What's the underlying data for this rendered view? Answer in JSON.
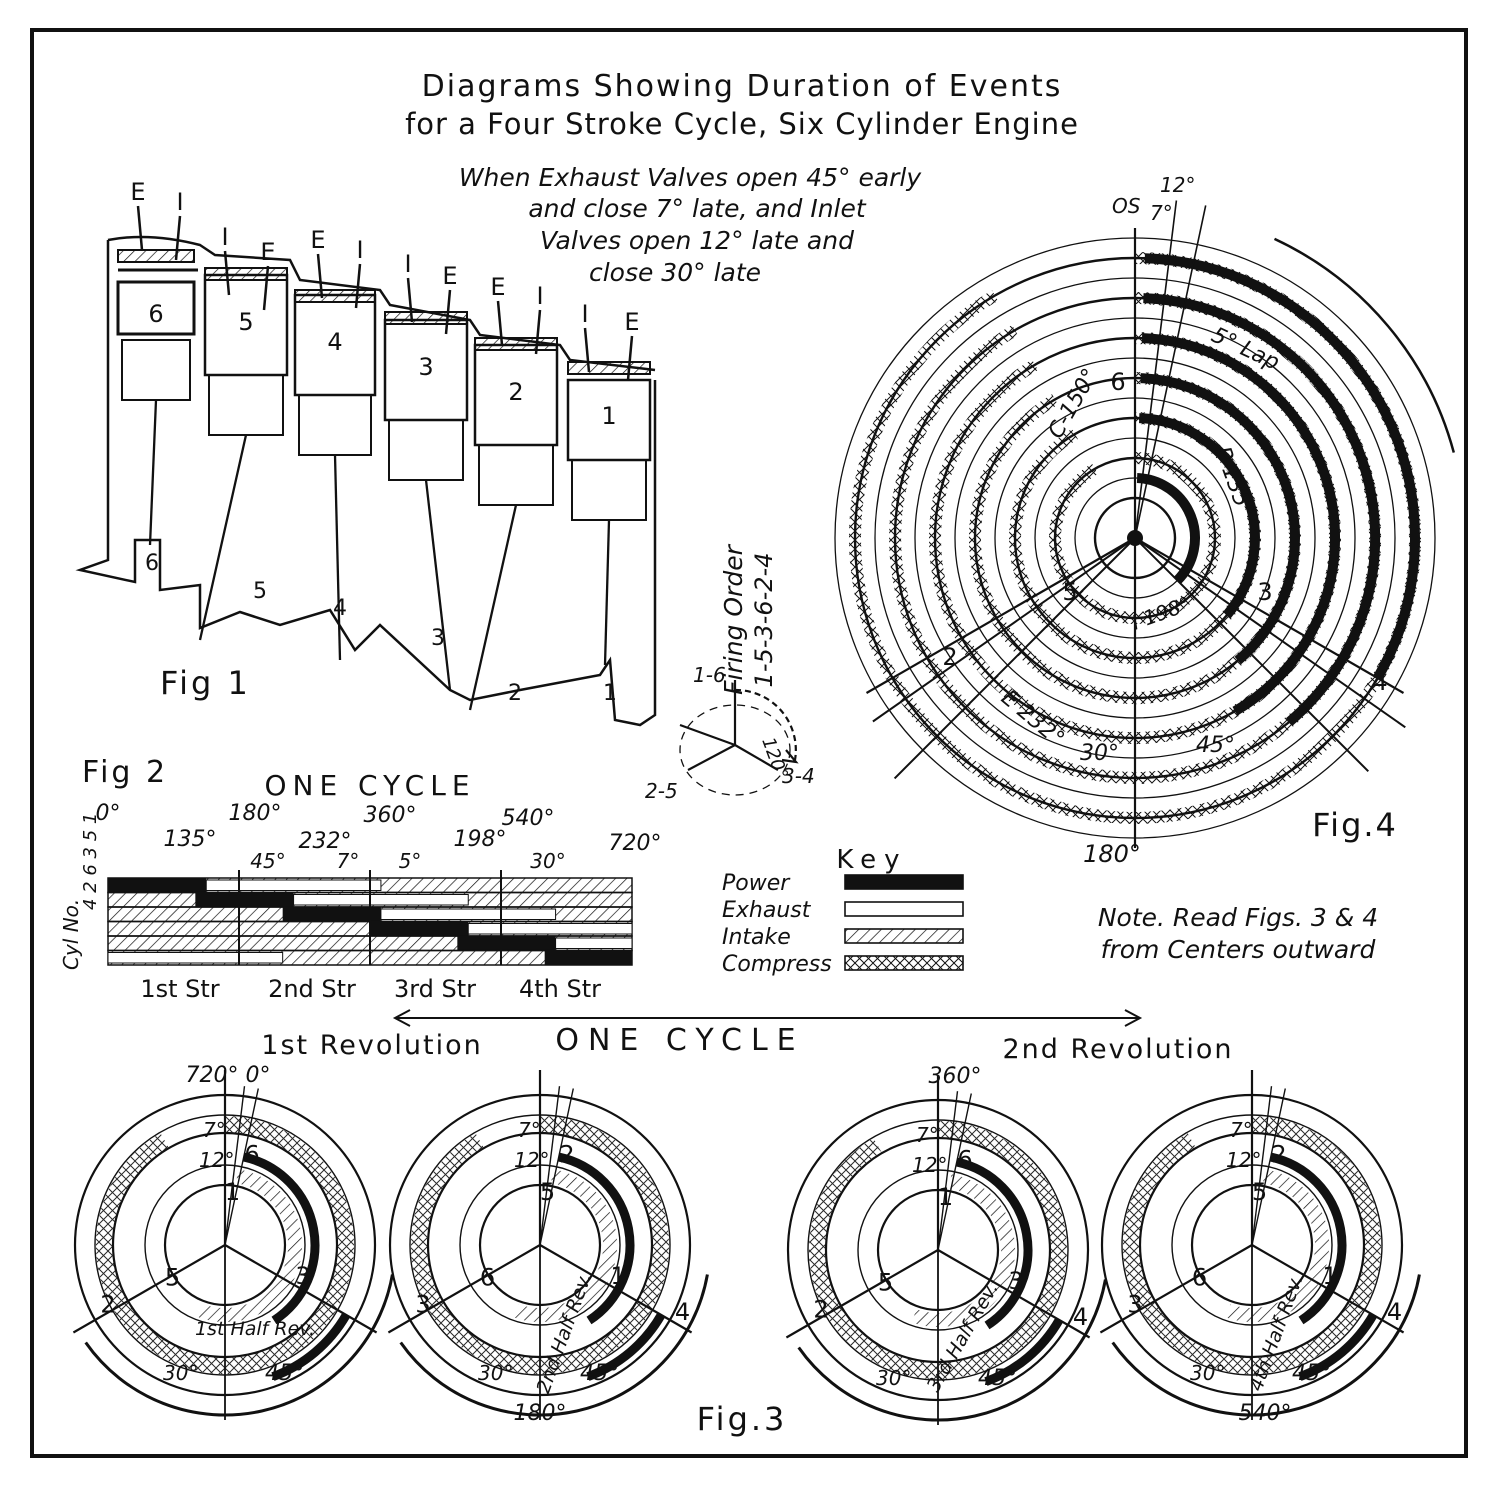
{
  "title": {
    "line1": "Diagrams Showing Duration of Events",
    "line2": "for a Four Stroke Cycle, Six Cylinder Engine"
  },
  "subtitle": [
    "When   Exhaust Valves open 45° early",
    "and close 7° late, and Inlet",
    "Valves open 12° late and",
    "close 30° late"
  ],
  "fig1": {
    "caption": "Fig 1",
    "firing_order_line1": "Firing Order",
    "firing_order_line2": "1-5-3-6-2-4",
    "valve_labels": [
      "E",
      "I",
      "I",
      "E",
      "E",
      "I",
      "I",
      "E",
      "E",
      "I",
      "I",
      "E"
    ],
    "cylinder_numbers": [
      "6",
      "5",
      "4",
      "3",
      "2",
      "1"
    ],
    "crank_numbers": [
      "6",
      "5",
      "4",
      "3",
      "2",
      "1"
    ],
    "crank_diagram": {
      "top": "1-6",
      "angle": "120°",
      "right": "3-4",
      "left": "2-5"
    }
  },
  "fig2": {
    "caption": "Fig 2",
    "heading": "ONE CYCLE",
    "axis_label": "Cyl No.",
    "cyl_order": "4 2 6 3 5 1",
    "top_degrees": [
      "0°",
      "180°",
      "360°",
      "540°"
    ],
    "sub_degrees": [
      "135°",
      "232°",
      "198°",
      "720°"
    ],
    "small_degrees": [
      "45°",
      "7°",
      "5°",
      "30°"
    ],
    "strokes": [
      "1st Str",
      "2nd Str",
      "3rd Str",
      "4th Str"
    ],
    "rows": [
      {
        "cyl": "1",
        "power": [
          0,
          135
        ]
      },
      {
        "cyl": "5",
        "power": [
          120,
          255
        ]
      },
      {
        "cyl": "3",
        "power": [
          240,
          375
        ]
      },
      {
        "cyl": "6",
        "power": [
          360,
          495
        ]
      },
      {
        "cyl": "2",
        "power": [
          480,
          615
        ]
      },
      {
        "cyl": "4",
        "power": [
          600,
          720
        ]
      }
    ]
  },
  "key": {
    "heading": "Key",
    "items": [
      "Power",
      "Exhaust",
      "Intake",
      "Compress"
    ]
  },
  "note": {
    "line1": "Note. Read Figs. 3 & 4",
    "line2": "from Centers outward"
  },
  "fig3": {
    "caption": "Fig.3",
    "heading": "ONE CYCLE",
    "rev1": "1st Revolution",
    "rev2": "2nd Revolution",
    "dials": [
      {
        "top": "720° 0°",
        "bottom": "",
        "half": "1st Half Rev.",
        "nums": [
          "6",
          "1",
          "3",
          "5",
          "2"
        ]
      },
      {
        "top": "",
        "bottom": "180°",
        "half": "2nd Half Rev.",
        "nums": [
          "2",
          "5",
          "1",
          "6",
          "3",
          "4"
        ]
      },
      {
        "top": "360°",
        "bottom": "",
        "half": "3rd Half Rev.",
        "nums": [
          "6",
          "1",
          "3",
          "5",
          "2",
          "4"
        ]
      },
      {
        "top": "",
        "bottom": "540°",
        "half": "4th Half Rev.",
        "nums": [
          "2",
          "5",
          "1",
          "6",
          "3",
          "4"
        ]
      }
    ],
    "angles": {
      "a7": "7°",
      "a12": "12°",
      "a30": "30°",
      "a45": "45°"
    }
  },
  "fig4": {
    "caption": "Fig.4",
    "bottom": "180°",
    "top_os": "OS",
    "a12": "12°",
    "a7": "7°",
    "lap": "5° Lap",
    "compress": "C-150°",
    "power": "P-135°",
    "intake": "I 198°",
    "exhaust": "E 232°",
    "a30": "30°",
    "a45": "45°",
    "nums": [
      "6",
      "5",
      "3",
      "2",
      "4"
    ]
  }
}
